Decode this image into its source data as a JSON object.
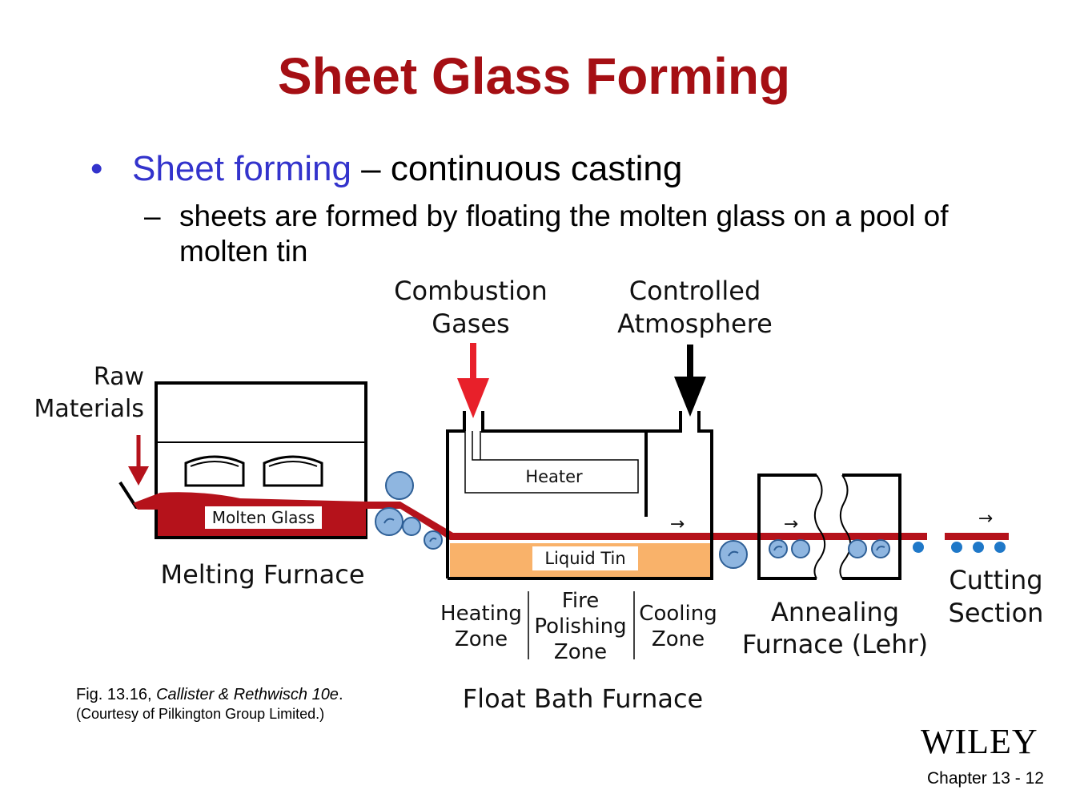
{
  "slide": {
    "title": "Sheet Glass Forming",
    "bullet": {
      "term": "Sheet forming",
      "rest": " – continuous casting"
    },
    "sub_bullet": {
      "dash": "–",
      "text": "sheets are formed by floating the molten glass on a pool of molten tin"
    },
    "caption": {
      "fig": "Fig. 13.16, ",
      "authors": "Callister & Rethwisch 10e",
      "period": ".",
      "courtesy": "(Courtesy of Pilkington Group Limited.)"
    },
    "publisher": "WILEY",
    "chapter": "Chapter 13 - 12"
  },
  "diagram": {
    "raw_materials": [
      "Raw",
      "Materials"
    ],
    "combustion_gases": [
      "Combustion",
      "Gases"
    ],
    "controlled_atmosphere": [
      "Controlled",
      "Atmosphere"
    ],
    "heater": "Heater",
    "molten_glass": "Molten Glass",
    "liquid_tin": "Liquid Tin",
    "melting_furnace": "Melting Furnace",
    "heating_zone": [
      "Heating",
      "Zone"
    ],
    "fire_polishing_zone": [
      "Fire",
      "Polishing",
      "Zone"
    ],
    "cooling_zone": [
      "Cooling",
      "Zone"
    ],
    "annealing_furnace": [
      "Annealing",
      "Furnace (Lehr)"
    ],
    "cutting_section": [
      "Cutting",
      "Section"
    ],
    "float_bath_furnace": "Float Bath Furnace",
    "flow_arrow": "→",
    "colors": {
      "glass": "#b5121b",
      "tin": "#f9b26a",
      "roller": "#5b9bd5",
      "arrow_red": "#e8202a"
    }
  }
}
